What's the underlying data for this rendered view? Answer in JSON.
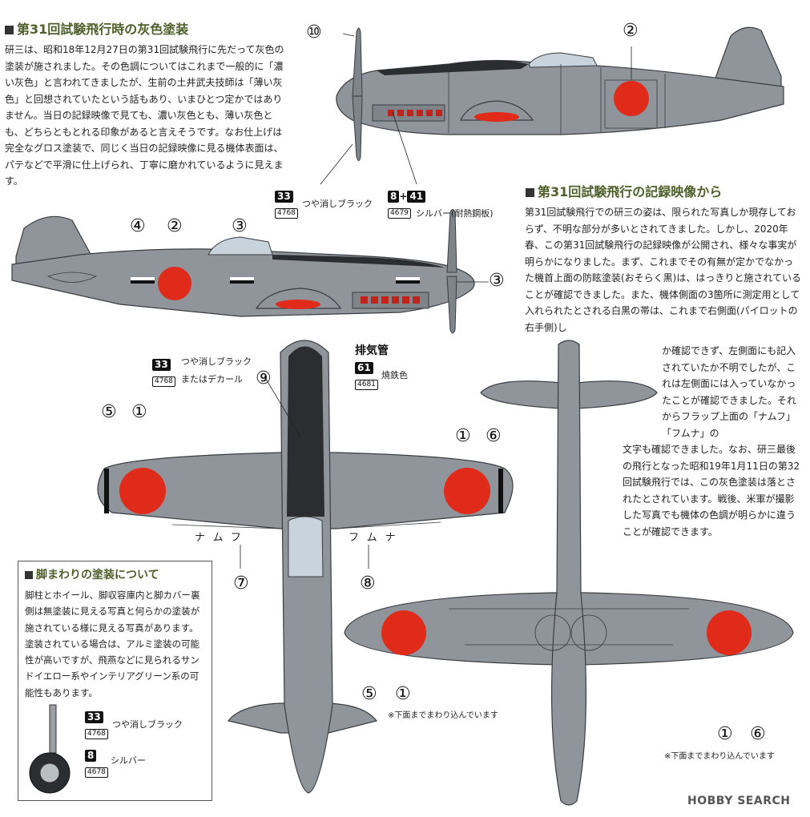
{
  "section1": {
    "heading": "第31回試験飛行時の灰色塗装",
    "body": "研三は、昭和18年12月27日の第31回試験飛行に先だって灰色の塗装が施されました。その色調についてはこれまで一般的に「濃い灰色」と言われてきましたが、生前の土井武夫技師は「薄い灰色」と回想されていたという話もあり、いまひとつ定かではありません。当日の記録映像で見ても、濃い灰色とも、薄い灰色とも、どちらともとれる印象があると言えそうです。なお仕上げは完全なグロス塗装で、同じく当日の記録映像に見る機体表面は、パテなどで平滑に仕上げられ、丁寧に磨かれているように見えます。"
  },
  "section2": {
    "heading": "第31回試験飛行の記録映像から",
    "body_a": "第31回試験飛行での研三の姿は、限られた写真しか現存しておらず、不明な部分が多いとされてきました。しかし、2020年春、この第31回試験飛行の記録映像が公開され、様々な事実が明らかになりました。まず、これまでその有無が定かでなかった機首上面の防眩塗装(おそらく黒)は、はっきりと施されていることが確認できました。また、機体側面の3箇所に測定用として入れられたとされる白黒の帯は、これまで右側面(パイロットの右手側)し",
    "body_b": "か確認できず、左側面にも記入されていたか不明でしたが、これは左側面には入っていなかったことが確認できました。それからフラップ上面の「ナムフ」「フムナ」の",
    "body_c": "文字も確認できました。なお、研三最後の飛行となった昭和19年1月11日の第32回試験飛行では、この灰色塗装は落とされたとされています。戦後、米軍が撮影した写真でも機体の色調が明らかに違うことが確認できます。"
  },
  "section3": {
    "heading": "脚まわりの塗装について",
    "body": "脚柱とホイール、脚収容庫内と脚カバー裏側は無塗装に見える写真と何らかの塗装が施されている様に見える写真があります。塗装されている場合は、アルミ塗装の可能性が高いですが、飛燕などに見られるサンドイエロー系やインテリアグリーン系の可能性もあります。"
  },
  "paints": {
    "black_matte": {
      "code1": "33",
      "code2": "4768",
      "label": "つや消しブラック"
    },
    "silver_heat": {
      "code1a": "8",
      "plus": "+",
      "code1b": "41",
      "code2": "4679",
      "label": "シルバー(耐熱鋼板)"
    },
    "black_or_decal": {
      "code1": "33",
      "code2": "4768",
      "label_a": "つや消しブラック",
      "label_b": "またはデカール"
    },
    "exhaust_title": "排気管",
    "exhaust": {
      "code1": "61",
      "code2": "4681",
      "label": "焼鉄色"
    },
    "gear_black": {
      "code1": "33",
      "code2": "4768",
      "label": "つや消しブラック"
    },
    "gear_silver": {
      "code1": "8",
      "code2": "4678",
      "label": "シルバー"
    }
  },
  "markers": {
    "m1": "①",
    "m2": "②",
    "m3": "③",
    "m4": "④",
    "m5": "⑤",
    "m6": "⑥",
    "m7": "⑦",
    "m8": "⑧",
    "m9": "⑨",
    "m10": "⑩"
  },
  "flap_text": {
    "left": "ナムフ",
    "right": "フムナ"
  },
  "notes": {
    "wrap": "※下面までまわり込んでいます"
  },
  "watermark": "HOBBY SEARCH",
  "colors": {
    "aircraft_gray": "#8f959b",
    "hinomaru": "#e02a1a",
    "heading_green": "#4f5f2a",
    "antiglare": "#2b2d30"
  }
}
